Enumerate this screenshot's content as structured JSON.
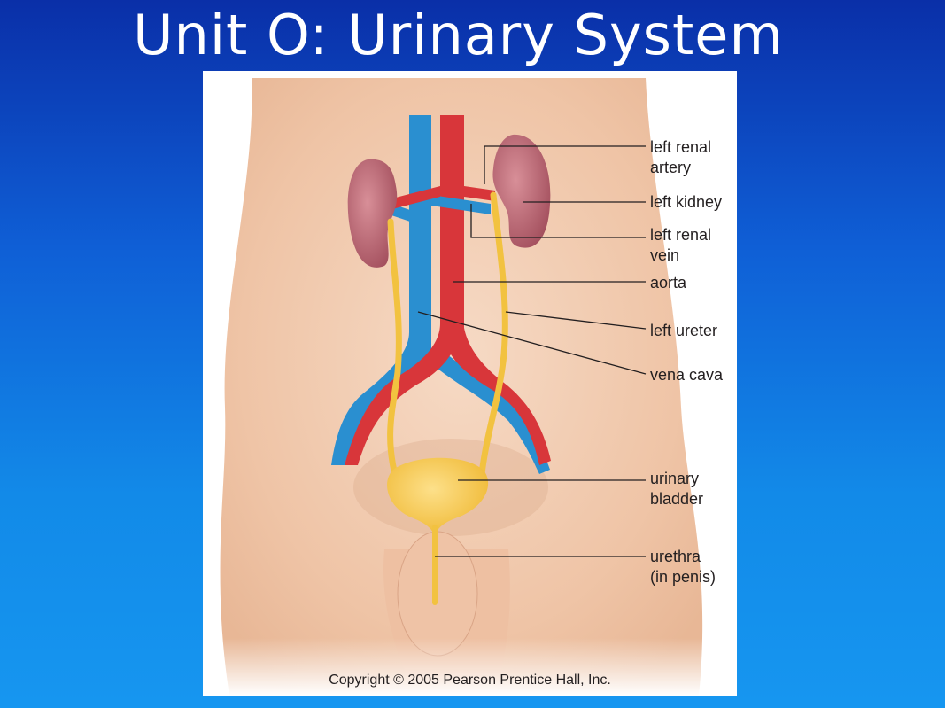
{
  "slide": {
    "title": "Unit O: Urinary System"
  },
  "figure": {
    "labels": {
      "left_renal_artery": "left renal\nartery",
      "left_kidney": "left kidney",
      "left_renal_vein": "left renal\nvein",
      "aorta": "aorta",
      "left_ureter": "left ureter",
      "vena_cava": "vena cava",
      "urinary_bladder": "urinary\nbladder",
      "urethra": "urethra\n(in penis)"
    },
    "copyright": "Copyright © 2005 Pearson Prentice Hall, Inc."
  },
  "colors": {
    "background_top": "#0a2fa8",
    "background_bottom": "#1696f0",
    "artery_red": "#d8363a",
    "vein_blue": "#2a8fd0",
    "kidney": "#b9606c",
    "ureter_bladder": "#f2c240",
    "skin": "#f3cfb4"
  }
}
